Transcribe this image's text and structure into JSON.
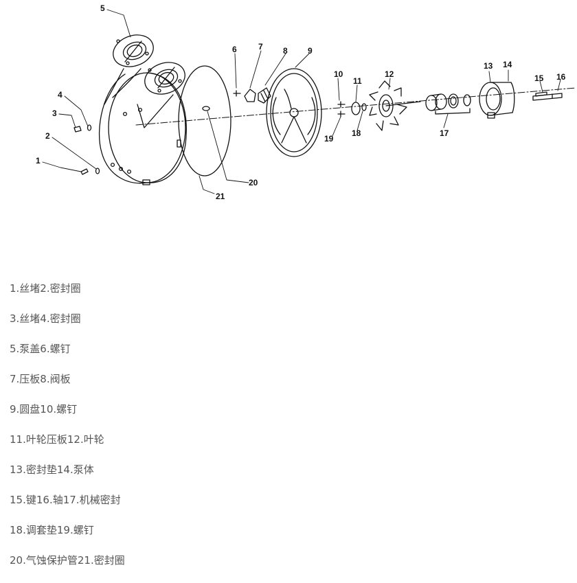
{
  "diagram": {
    "callouts": [
      "1",
      "2",
      "3",
      "4",
      "5",
      "6",
      "7",
      "8",
      "9",
      "10",
      "11",
      "12",
      "13",
      "14",
      "15",
      "16",
      "17",
      "18",
      "19",
      "20",
      "21"
    ]
  },
  "legend": [
    "1.丝堵2.密封圈",
    "3.丝堵4.密封圈",
    "5.泵盖6.螺钉",
    "7.压板8.阀板",
    "9.圆盘10.螺钉",
    "11.叶轮压板12.叶轮",
    "13.密封垫14.泵体",
    "15.键16.轴17.机械密封",
    "18.调套垫19.螺钉",
    "20.气蚀保护管21.密封圈"
  ]
}
